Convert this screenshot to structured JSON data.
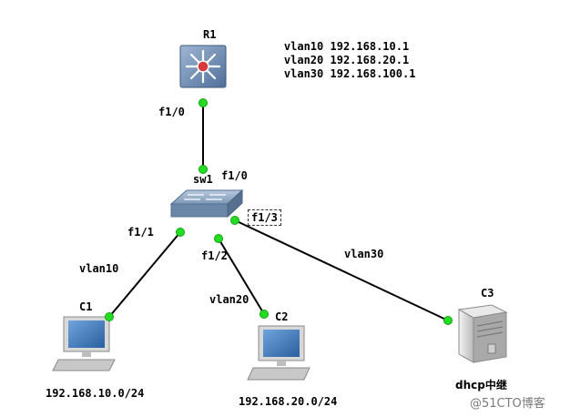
{
  "router": {
    "name": "R1"
  },
  "vlan_ips": [
    {
      "vlan": "vlan10",
      "ip": "192.168.10.1"
    },
    {
      "vlan": "vlan20",
      "ip": "192.168.20.1"
    },
    {
      "vlan": "vlan30",
      "ip": "192.168.100.1"
    }
  ],
  "switch": {
    "name": "sw1"
  },
  "ports": {
    "r1_f1_0": "f1/0",
    "sw1_f1_0": "f1/0",
    "sw1_f1_1": "f1/1",
    "sw1_f1_2": "f1/2",
    "sw1_f1_3": "f1/3"
  },
  "links": {
    "c1_vlan": "vlan10",
    "c2_vlan": "vlan20",
    "c3_vlan": "vlan30"
  },
  "hosts": {
    "c1": {
      "name": "C1",
      "subnet": "192.168.10.0/24"
    },
    "c2": {
      "name": "C2",
      "subnet": "192.168.20.0/24"
    },
    "c3": {
      "name": "C3",
      "role": "dhcp中继"
    }
  },
  "watermark": "@51CTO博客",
  "colors": {
    "link": "#000000",
    "port_dot": "#22dd22",
    "router_body": "#6f8fb5",
    "router_center": "#d93a3a",
    "switch_body": "#7d99b8",
    "screen": "#3f78b8"
  }
}
